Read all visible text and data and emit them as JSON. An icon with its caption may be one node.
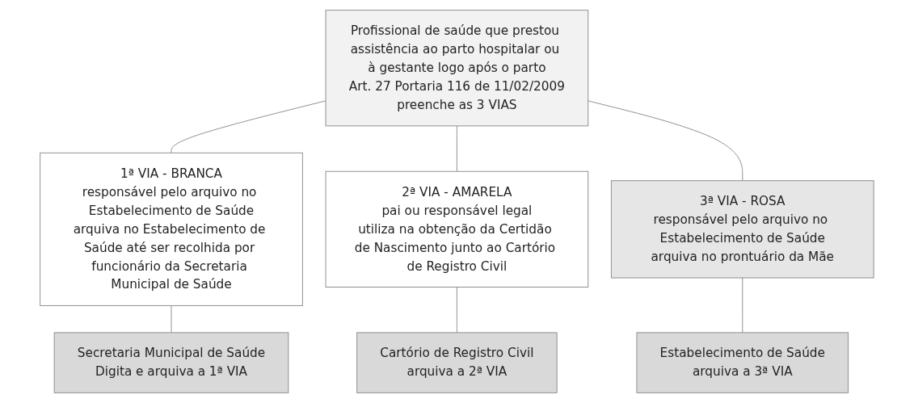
{
  "diagram": {
    "nodes": [
      {
        "text": [
          "Profissional de saúde que prestou assistência ao parto hospitalar ou à gestante logo após o parto",
          "Art. 27 Portaria 116 de 11/02/2009",
          "preenche as 3 VIAS"
        ]
      },
      {
        "text": [
          "1ª VIA - BRANCA",
          "responsável pelo arquivo no Estabelecimento de Saúde",
          "arquiva no Estabelecimento de Saúde até ser recolhida por funcionário da Secretaria Municipal de Saúde"
        ]
      },
      {
        "text": [
          "2ª VIA - AMARELA",
          "pai ou responsável legal",
          "utiliza na obtenção da Certidão de Nascimento junto ao Cartório de Registro Civil"
        ]
      },
      {
        "text": [
          "3ª VIA - ROSA",
          "responsável pelo arquivo no Estabelecimento de Saúde",
          "arquiva no prontuário da Mãe"
        ]
      },
      {
        "text": [
          "Secretaria Municipal de Saúde",
          "Digita e arquiva a 1ª VIA"
        ]
      },
      {
        "text": [
          "Cartório de Registro Civil",
          "arquiva a 2ª VIA"
        ]
      },
      {
        "text": [
          "Estabelecimento de Saúde",
          "arquiva a 3ª VIA"
        ]
      }
    ],
    "edges": [
      {
        "from": 0,
        "to": 1,
        "arrow": "none"
      },
      {
        "from": 0,
        "to": 2,
        "arrow": "none"
      },
      {
        "from": 0,
        "to": 3,
        "arrow": "none"
      },
      {
        "from": 1,
        "to": 4,
        "arrow": "none"
      },
      {
        "from": 2,
        "to": 5,
        "arrow": "none"
      },
      {
        "from": 3,
        "to": 6,
        "arrow": "none"
      }
    ]
  }
}
